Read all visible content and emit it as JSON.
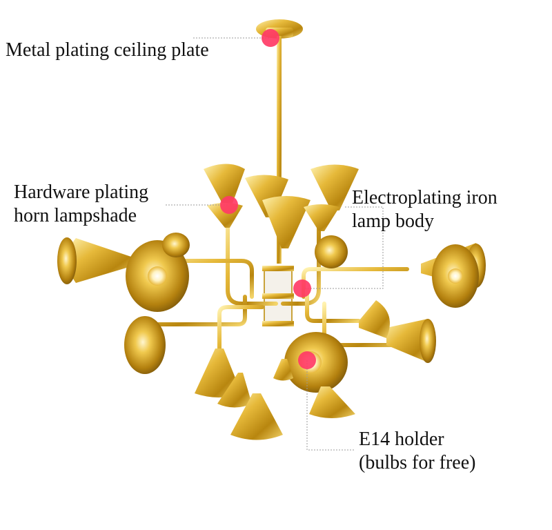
{
  "annotations": {
    "ceiling_plate": "Metal plating ceiling plate",
    "horn_lampshade": [
      "Hardware plating",
      "horn lampshade"
    ],
    "lamp_body": [
      "Electroplating iron",
      "lamp body"
    ],
    "holder": [
      "E14 holder",
      "(bulbs for free)"
    ]
  },
  "colors": {
    "marker": "#ff3b66",
    "gold": "#d9a521",
    "gold_light": "#f6e08a",
    "gold_dark": "#9a6c10",
    "leader_line": "#9a9a9a"
  }
}
